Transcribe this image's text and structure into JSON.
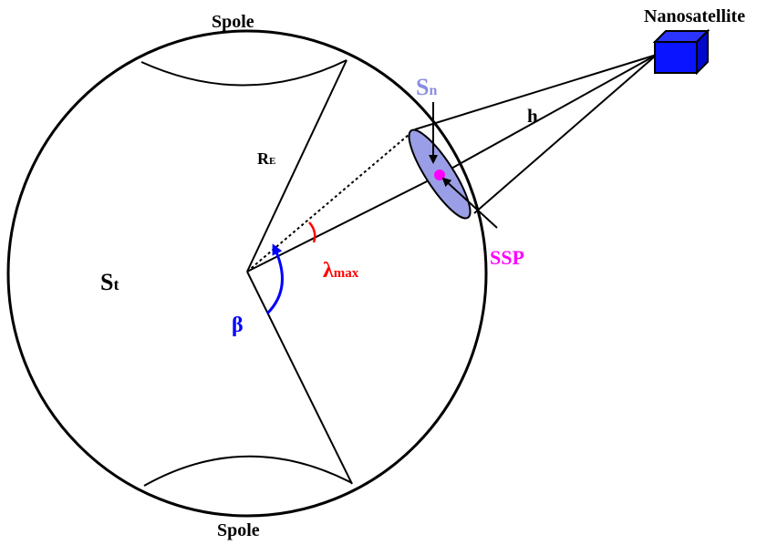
{
  "labels": {
    "spole_top": "Spole",
    "spole_bottom": "Spole",
    "nanosatellite": "Nanosatellite",
    "earth_radius_main": "R",
    "earth_radius_sub": "E",
    "sn_main": "S",
    "sn_sub": "n",
    "h": "h",
    "ssp": "SSP",
    "st_main": "S",
    "st_sub": "t",
    "beta": "β",
    "lambda_main": "λ",
    "lambda_sub": "max"
  },
  "colors": {
    "line": "#000000",
    "satellite": "#0a14ff",
    "footprint_fill": "#9a9ee6",
    "sn_label": "#8a8ee0",
    "ssp": "#ff00ff",
    "beta": "#0000ff",
    "lambda": "#ff0000"
  }
}
